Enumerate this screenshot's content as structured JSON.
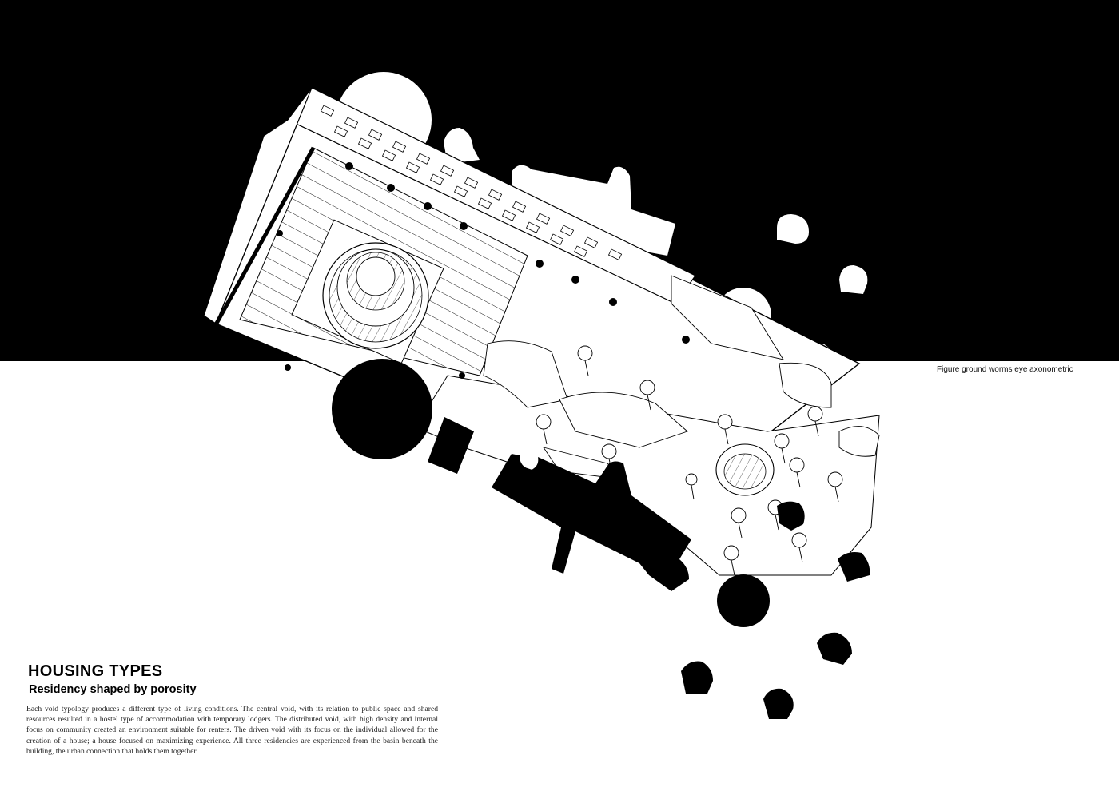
{
  "caption": "Figure ground worms eye axonometric",
  "title": "HOUSING TYPES",
  "subtitle": "Residency shaped by porosity",
  "body": "Each void typology produces a different type of living conditions.  The central void, with its relation to public space and shared resources resulted in a hostel type of accommodation with temporary lodgers.  The distributed void, with high density and internal focus on community created an environment suitable for renters. The driven void with its focus on the individual allowed for the creation of a house; a house focused on maximizing experience. All three residencies are experienced from the basin beneath the building, the urban connection that holds them together.",
  "colors": {
    "ground": "#000000",
    "figure": "#ffffff",
    "line": "#000000"
  }
}
